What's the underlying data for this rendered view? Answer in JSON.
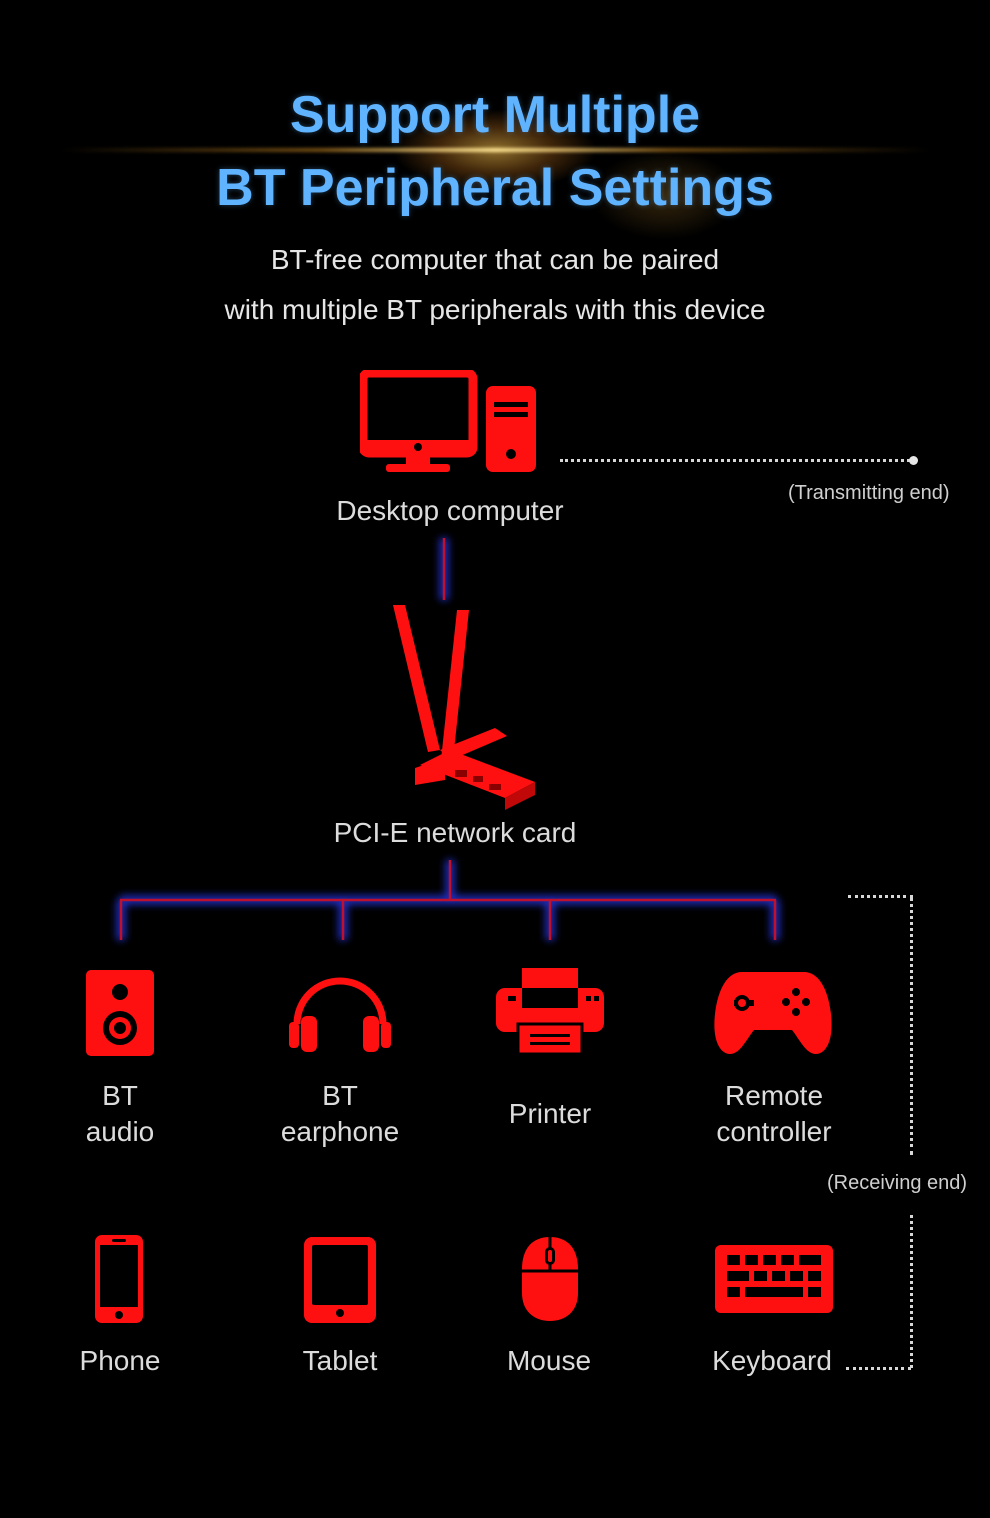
{
  "title": {
    "line1": "Support Multiple",
    "line2": "BT Peripheral Settings"
  },
  "subtitle": {
    "line1": "BT-free computer that can be paired",
    "line2": "with multiple BT peripherals with this device"
  },
  "colors": {
    "icon_red": "#ff1010",
    "title_blue": "#5fb3ff",
    "connector_blue": "#3a5cff",
    "connector_red": "#d0102a",
    "background": "#000000"
  },
  "transmitter": {
    "label": "Desktop computer",
    "icon": "desktop-computer-icon",
    "end_label": "(Transmitting end)"
  },
  "card": {
    "label": "PCI-E network card",
    "icon": "pcie-network-card-icon"
  },
  "receiving_end_label": "(Receiving end)",
  "peripherals_row1": [
    {
      "line1": "BT",
      "line2": "audio",
      "icon": "speaker-icon"
    },
    {
      "line1": "BT",
      "line2": "earphone",
      "icon": "headphones-icon"
    },
    {
      "line1": "Printer",
      "line2": "",
      "icon": "printer-icon"
    },
    {
      "line1": "Remote",
      "line2": "controller",
      "icon": "gamepad-icon"
    }
  ],
  "peripherals_row2": [
    {
      "label": "Phone",
      "icon": "phone-icon"
    },
    {
      "label": "Tablet",
      "icon": "tablet-icon"
    },
    {
      "label": "Mouse",
      "icon": "mouse-icon"
    },
    {
      "label": "Keyboard",
      "icon": "keyboard-icon"
    }
  ]
}
